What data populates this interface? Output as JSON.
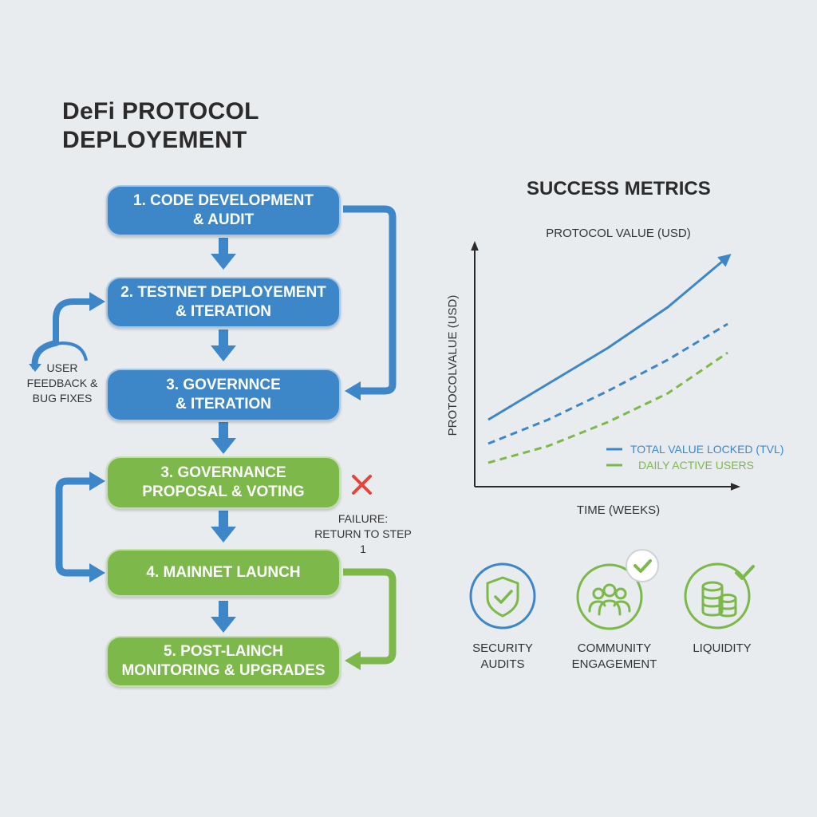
{
  "title": {
    "line1": "DeFi PROTOCOL",
    "line2": "DEPLOYEMENT"
  },
  "steps": [
    {
      "line1": "1. CODE DEVELOPMENT",
      "line2": "& AUDIT",
      "color": "#3d87c9"
    },
    {
      "line1": "2. TESTNET DEPLOYEMENT",
      "line2": "& ITERATION",
      "color": "#3d87c9"
    },
    {
      "line1": "3. GOVERNNCE",
      "line2": "& ITERATION",
      "color": "#3d87c9"
    },
    {
      "line1": "3. GOVERNANCE",
      "line2": "PROPOSAL & VOTING",
      "color": "#7cb84a"
    },
    {
      "line1": "4. MAINNET LAUNCH",
      "color": "#7cb84a"
    },
    {
      "line1": "5. POST-LAINCH",
      "line2": "MONITORING & UPGRADES",
      "color": "#7cb84a"
    }
  ],
  "feedback": {
    "line1": "USER",
    "line2": "FEEDBACK &",
    "line3": "BUG FIXES"
  },
  "failure": {
    "line1": "FAILURE:",
    "line2": "RETURN TO STEP 1"
  },
  "metrics": {
    "title": "SUCCESS METRICS",
    "items": [
      {
        "line1": "SECURITY",
        "line2": "AUDITS",
        "icon": "shield-check-icon",
        "color": "#3d87c9"
      },
      {
        "line1": "COMMUNITY",
        "line2": "ENGAGEMENT",
        "icon": "people-group-icon",
        "color": "#7cb84a"
      },
      {
        "line1": "LIQUIDITY",
        "icon": "coin-stack-icon",
        "color": "#7cb84a"
      }
    ]
  },
  "chart_data": {
    "type": "line",
    "title": "PROTOCOL VALUE (USD)",
    "xlabel": "TIME (WEEKS)",
    "ylabel": "PROTOCOLVALUE (USD)",
    "grid": false,
    "legend_position": "bottom-right",
    "series": [
      {
        "name": "TOTAL VALUE LOCKED (TVL)",
        "color": "#3d87c9",
        "style": "dashed",
        "values": [
          0.18,
          0.28,
          0.4,
          0.53,
          0.68
        ]
      },
      {
        "name": "DAILY ACTIVE USERS",
        "color": "#7cb84a",
        "style": "dashed",
        "values": [
          0.1,
          0.17,
          0.27,
          0.39,
          0.56
        ]
      },
      {
        "color": "#3d87c9",
        "style": "solid",
        "values": [
          0.28,
          0.43,
          0.58,
          0.75,
          0.96
        ]
      }
    ]
  }
}
